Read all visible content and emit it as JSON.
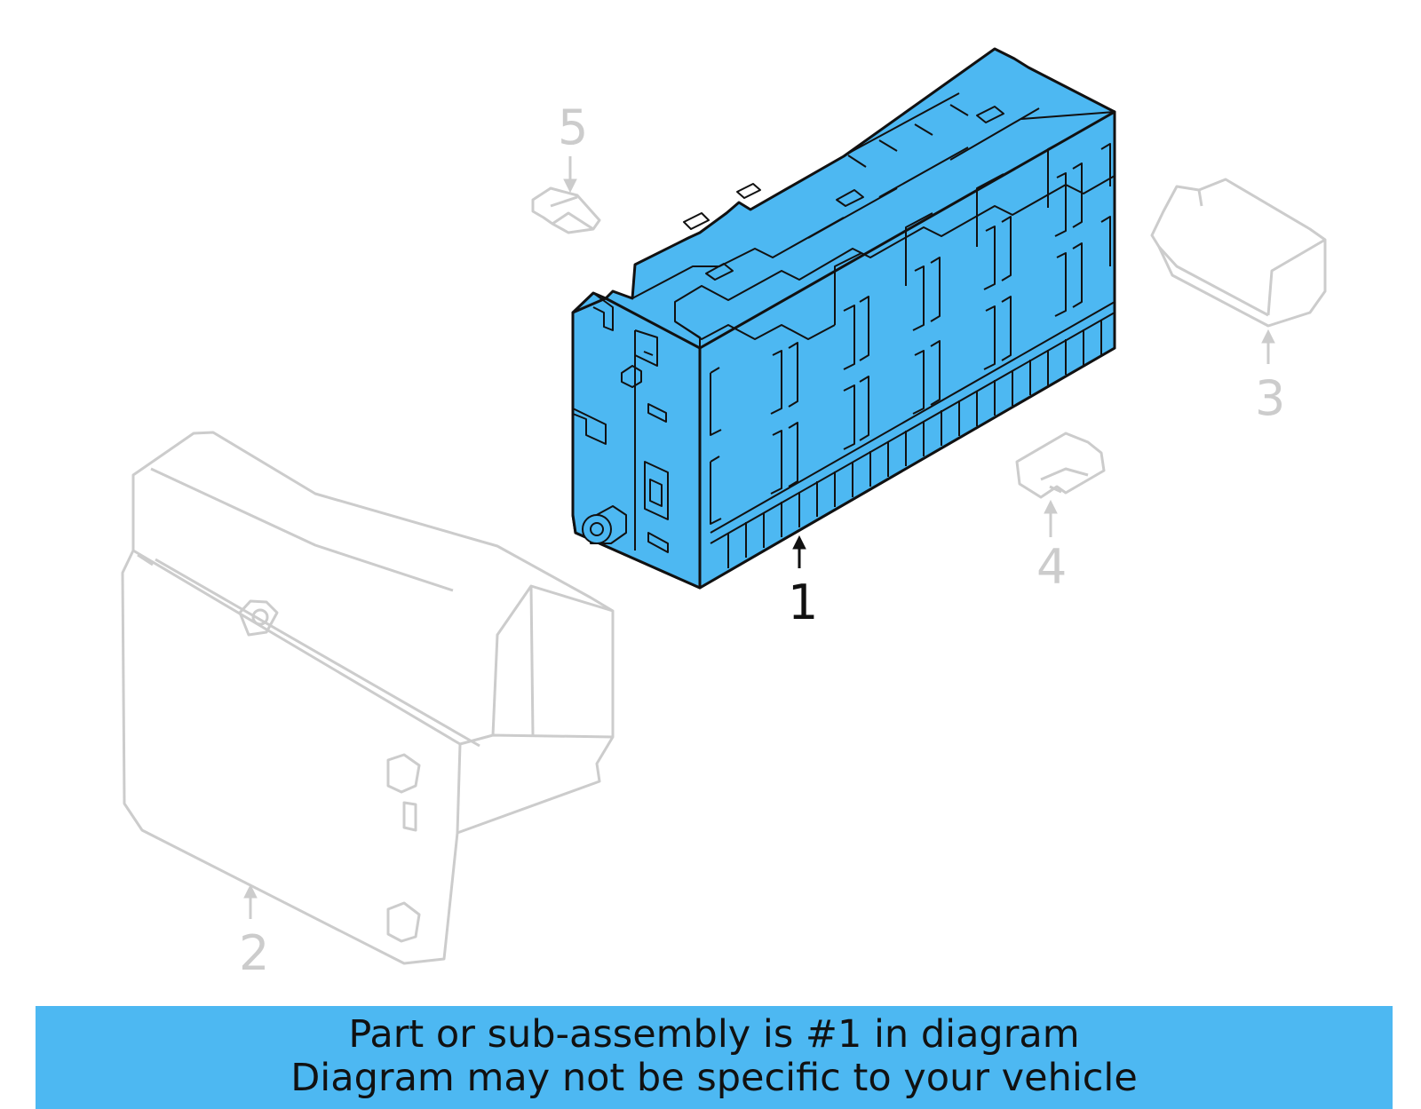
{
  "colors": {
    "highlight_fill": "#4db8f2",
    "highlight_outline": "#111111",
    "ghost_outline": "#cccccc",
    "banner_bg": "#4db8f2",
    "banner_text": "#111111"
  },
  "callouts": {
    "part_1": "1",
    "part_2": "2",
    "part_3": "3",
    "part_4": "4",
    "part_5": "5"
  },
  "banner": {
    "line1": "Part or sub-assembly is #1 in diagram",
    "line2": "Diagram may not be specific to your vehicle"
  }
}
